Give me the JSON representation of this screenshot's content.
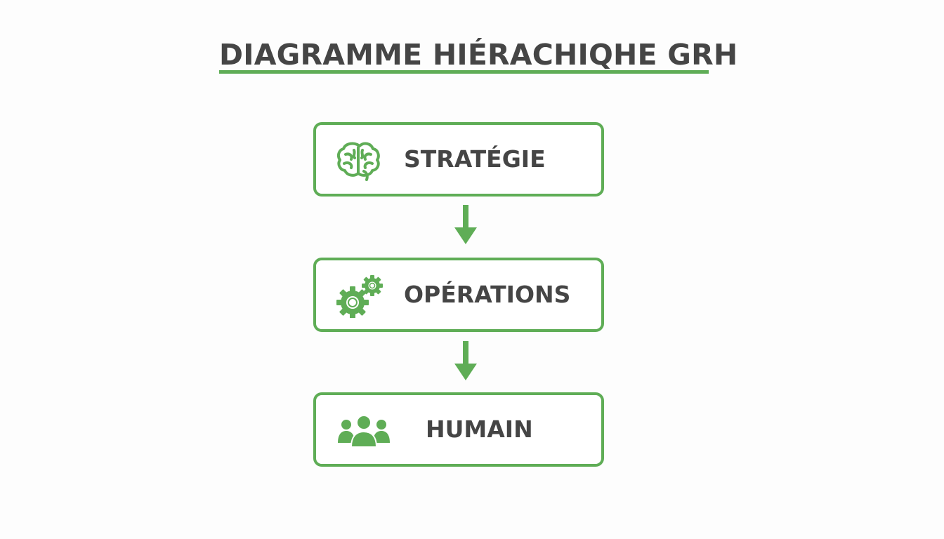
{
  "diagram": {
    "title": "DIAGRAMME HIÉRACHIQHE GRH",
    "accent_color": "#5fad56",
    "text_color": "#454545",
    "nodes": [
      {
        "label": "STRATÉGIE",
        "icon": "brain-icon"
      },
      {
        "label": "OPÉRATIONS",
        "icon": "gears-icon"
      },
      {
        "label": "HUMAIN",
        "icon": "people-icon"
      }
    ],
    "connectors": [
      {
        "from": "STRATÉGIE",
        "to": "OPÉRATIONS",
        "type": "arrow-down"
      },
      {
        "from": "OPÉRATIONS",
        "to": "HUMAIN",
        "type": "arrow-down"
      }
    ]
  }
}
